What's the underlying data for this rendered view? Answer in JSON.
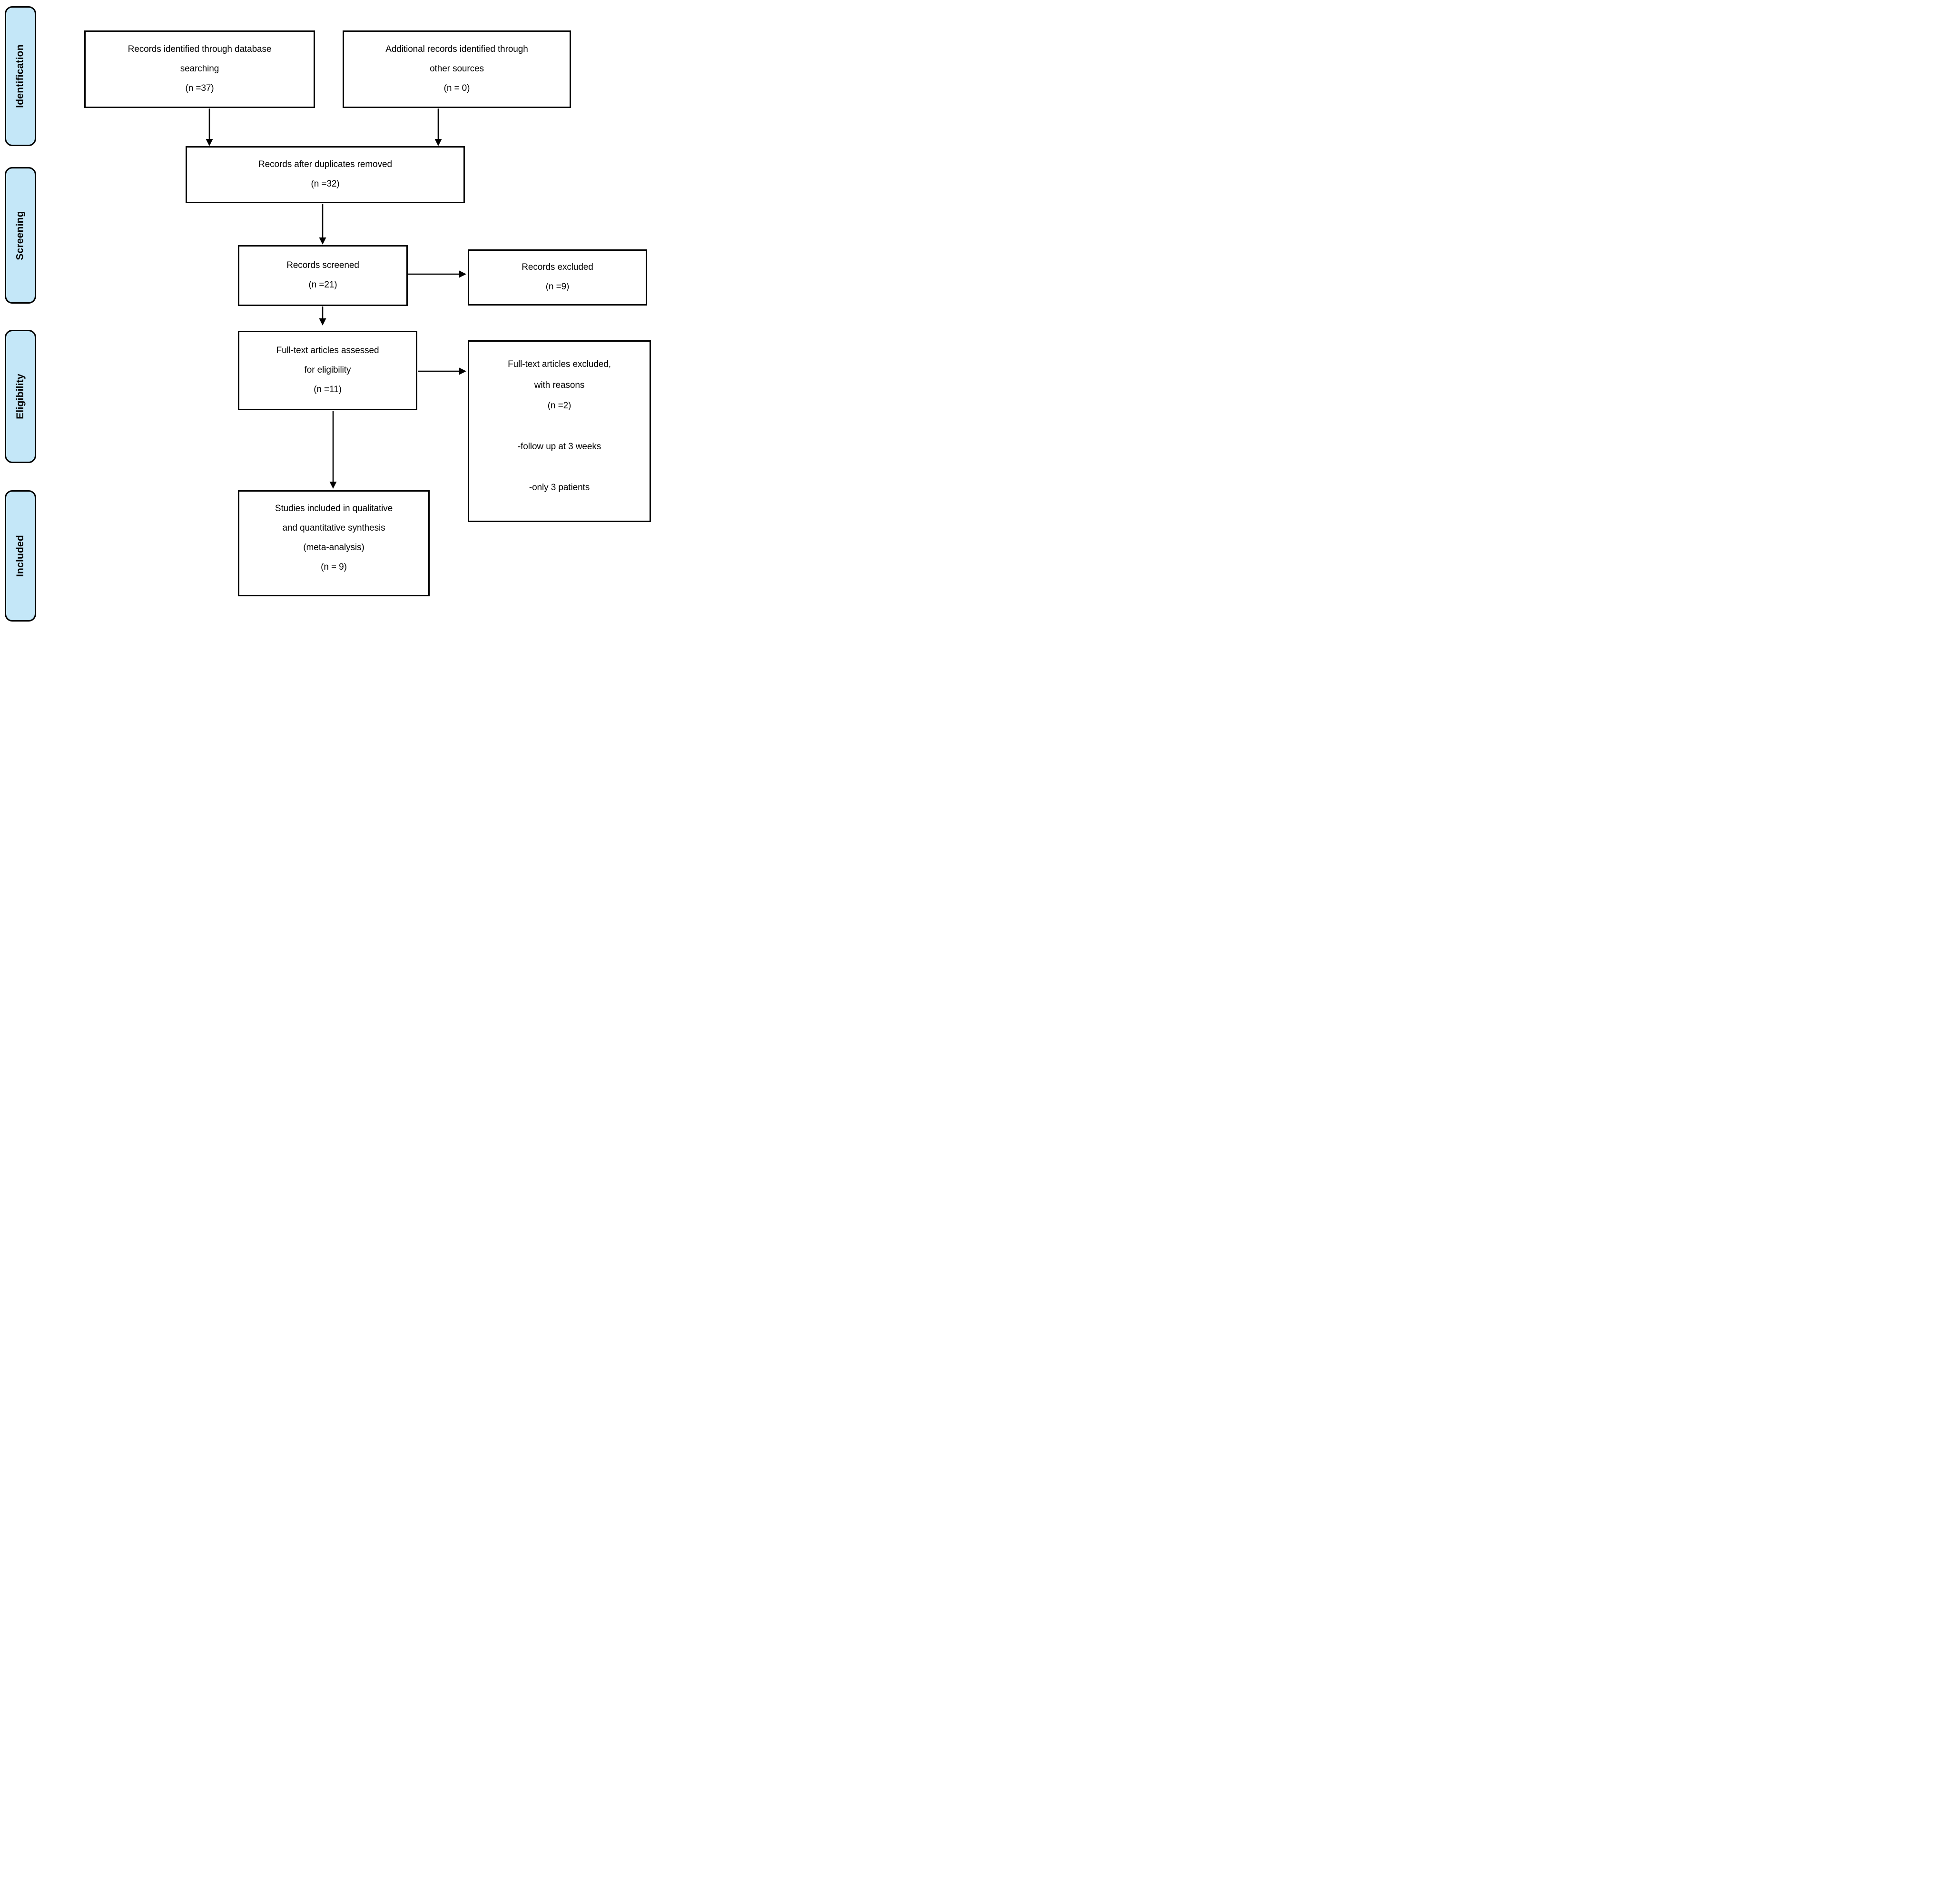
{
  "page": {
    "background_color": "#ffffff",
    "diagram_type": "PRISMA flow diagram"
  },
  "sidebar": {
    "fill_color": "#c4e7f8",
    "border_color": "#000000",
    "stages": [
      {
        "id": "identification",
        "label": "Identification"
      },
      {
        "id": "screening",
        "label": "Screening"
      },
      {
        "id": "eligibility",
        "label": "Eligibility"
      },
      {
        "id": "included",
        "label": "Included"
      }
    ]
  },
  "flowchart": {
    "boxes": {
      "database_search": {
        "lines": [
          "Records identified through database",
          "searching",
          "(n =37)"
        ]
      },
      "other_sources": {
        "lines": [
          "Additional records identified through",
          "other sources",
          "(n = 0)"
        ]
      },
      "after_duplicates": {
        "lines": [
          "Records after duplicates removed",
          "(n =32)"
        ]
      },
      "screened": {
        "lines": [
          "Records screened",
          "(n =21)"
        ]
      },
      "records_excluded": {
        "lines": [
          "Records excluded",
          "(n =9)"
        ]
      },
      "fulltext_assessed": {
        "lines": [
          "Full-text articles assessed",
          "for eligibility",
          "(n =11)"
        ]
      },
      "fulltext_excluded": {
        "lines": [
          "Full-text articles excluded,",
          "with reasons",
          "(n =2)"
        ],
        "reasons": [
          "-follow up at 3 weeks",
          "-only 3 patients"
        ]
      },
      "included_studies": {
        "lines": [
          "Studies included in qualitative",
          "and quantitative synthesis",
          "(meta-analysis)",
          "(n = 9)"
        ]
      }
    }
  }
}
